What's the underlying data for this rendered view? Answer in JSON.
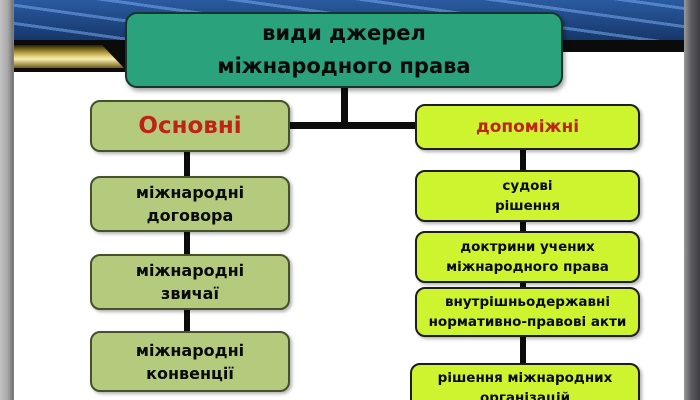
{
  "palette": {
    "title_box_fill": "#2aa27c",
    "left_branch_fill": "#b4cb7d",
    "right_branch_fill": "#cdf42e",
    "branch_header_text": "#bf2318",
    "body_text": "#0a0a0a",
    "connector": "#0c0c0c",
    "banner_blue": "#1d4b90",
    "banner_gold": "#ead98a",
    "frame_gray": "#9a9a9a"
  },
  "diagram": {
    "title": "види джерел\nміжнародного права",
    "left": {
      "header": "Основні",
      "items": [
        "міжнародні\nдоговора",
        "міжнародні\nзвичаї",
        "міжнародні\nконвенції"
      ]
    },
    "right": {
      "header": "допоміжні",
      "items": [
        "судові\nрішення",
        "доктрини учених\nміжнародного права",
        "внутрішньодержавні\nнормативно-правові акти",
        "рішення міжнародних\nорганізацій"
      ]
    }
  }
}
